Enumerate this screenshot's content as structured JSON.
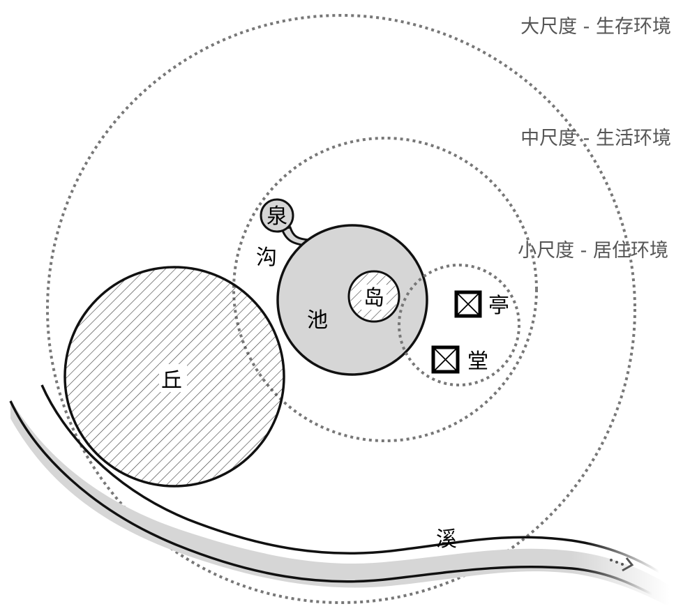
{
  "scales": {
    "large": "大尺度 - 生存环境",
    "medium": "中尺度 - 生活环境",
    "small": "小尺度 - 居住环境"
  },
  "elements": {
    "spring": "泉",
    "ditch": "沟",
    "pond": "池",
    "island": "岛",
    "hill": "丘",
    "pavilion": "亭",
    "hall": "堂",
    "stream": "溪"
  },
  "colors": {
    "water": "#d6d6d6",
    "ring": "#777777",
    "label": "#555555"
  }
}
